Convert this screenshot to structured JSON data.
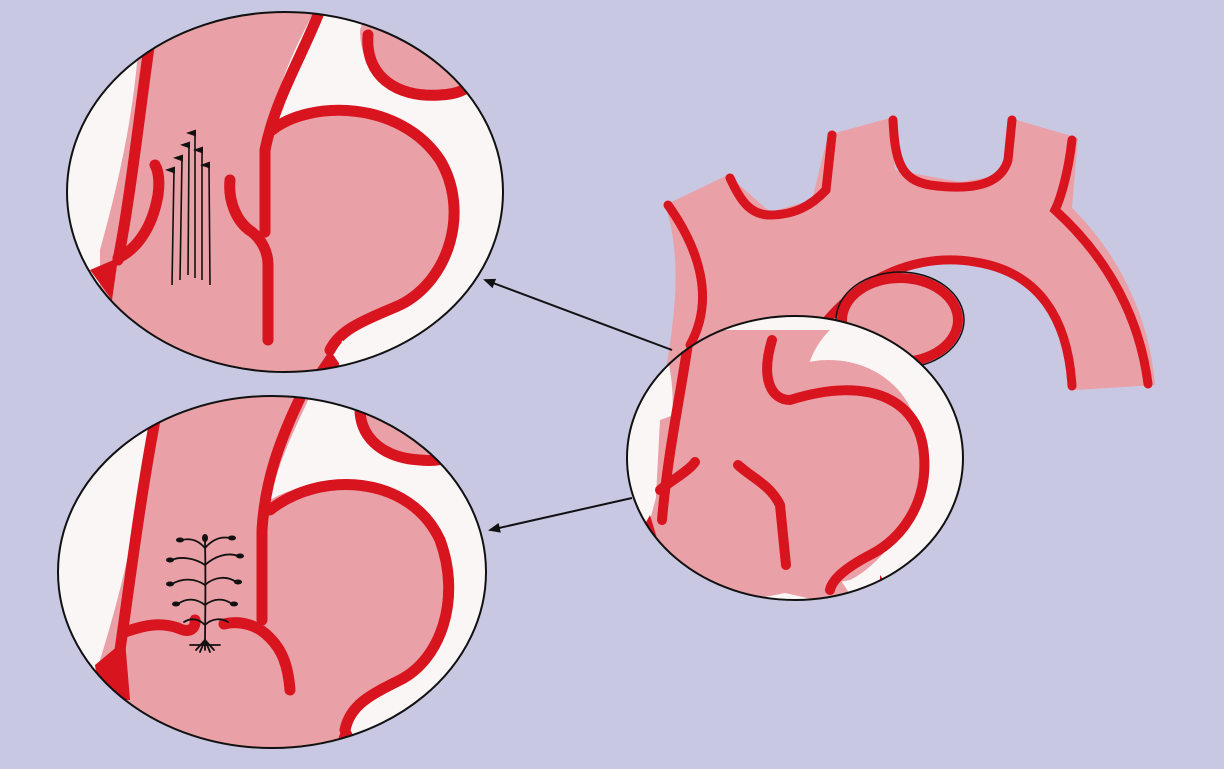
{
  "figure": {
    "description_text": "",
    "colors": {
      "background": "#c9c8e3",
      "lumen_pink": "#e9a0a6",
      "vessel_wall_red": "#d8141f",
      "outline_black": "#111111",
      "outer_white": "#fbf6f6"
    },
    "panels": [
      {
        "name": "aortic-arch-overview"
      },
      {
        "name": "zoom-upper-flow-arrows"
      },
      {
        "name": "zoom-lower-plaque-growth"
      }
    ],
    "icons": [
      "pointer-arrow-icon",
      "flow-arrows-icon",
      "branching-growth-icon"
    ]
  }
}
